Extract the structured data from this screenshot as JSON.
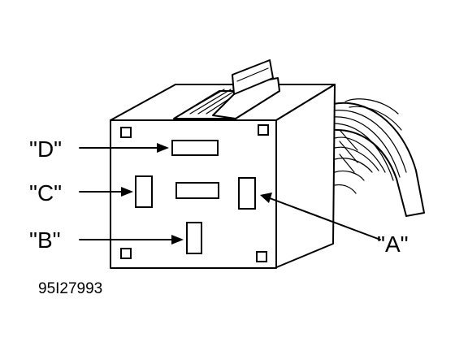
{
  "labels": {
    "a": "\"A\"",
    "b": "\"B\"",
    "c": "\"C\"",
    "d": "\"D\""
  },
  "figure_id": "95I27993"
}
